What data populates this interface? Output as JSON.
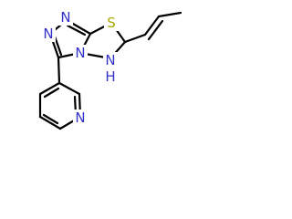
{
  "atoms": {
    "n_triazole_1": "N",
    "n_triazole_2": "N",
    "n_fused": "N",
    "s_thiadiazole": "S",
    "nh_thiadiazole": "N",
    "nh_h": "H",
    "n_pyridine": "N"
  },
  "colors": {
    "bond": "#000000",
    "nitrogen": "#3333cc",
    "sulfur": "#aaaa00",
    "background": "#ffffff"
  }
}
